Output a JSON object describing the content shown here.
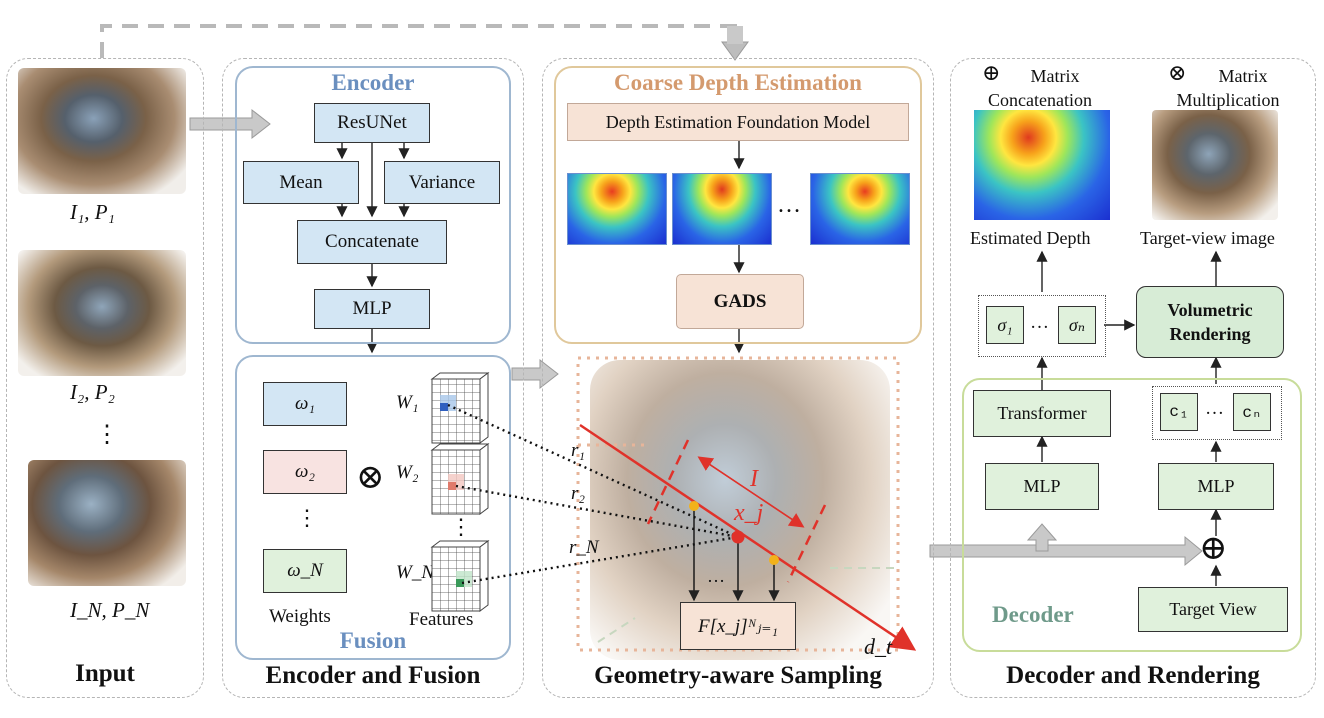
{
  "panels": {
    "input_title": "Input",
    "encoder_fusion_title": "Encoder and Fusion",
    "geometry_title": "Geometry-aware Sampling",
    "decoder_rendering_title": "Decoder and Rendering"
  },
  "input": {
    "labels": [
      "I₁, P₁",
      "I₂, P₂",
      "⋮",
      "I_N, P_N"
    ]
  },
  "encoder": {
    "title": "Encoder",
    "resunet": "ResUNet",
    "mean": "Mean",
    "variance": "Variance",
    "concatenate": "Concatenate",
    "mlp": "MLP"
  },
  "fusion": {
    "title": "Fusion",
    "weights": [
      "ω₁",
      "ω₂",
      "⋮",
      "ω_N"
    ],
    "feature_labels": [
      "W₁",
      "W₂",
      "⋮",
      "W_N"
    ],
    "otimes": "⊗",
    "weights_caption": "Weights",
    "features_caption": "Features"
  },
  "coarse": {
    "title": "Coarse Depth Estimation",
    "foundation_model": "Depth Estimation Foundation Model",
    "ellipsis": "…",
    "gads": "GADS"
  },
  "sampling": {
    "rays": [
      "r₁",
      "r₂",
      "r_N"
    ],
    "interval": "I",
    "point": "x_j",
    "feature_set": "F[x_j]ᴺⱼ₌₁",
    "direction": "d_t",
    "ellipsis": "…"
  },
  "decoder": {
    "legend_concat_symbol": "⊕",
    "legend_concat": "Matrix Concatenation",
    "legend_mult_symbol": "⊗",
    "legend_mult": "Matrix Multiplication",
    "estimated_depth": "Estimated Depth",
    "target_view_image": "Target-view image",
    "sigma_1": "σ₁",
    "sigma_n": "σₙ",
    "ellipsis": "…",
    "c_1": "c₁",
    "c_n": "cₙ",
    "volumetric_rendering": "Volumetric Rendering",
    "transformer": "Transformer",
    "mlp_left": "MLP",
    "mlp_right": "MLP",
    "oplus": "⊕",
    "decoder_title": "Decoder",
    "target_view": "Target View"
  },
  "colors": {
    "encoder_title": "#6a8fbf",
    "coarse_title": "#d49a6e",
    "decoder_title": "#6f9a8a",
    "ray": "#e0322a",
    "encoder_border": "#9fb7d0",
    "coarse_border": "#e0c89b",
    "decoder_border": "#c8dc9a"
  }
}
